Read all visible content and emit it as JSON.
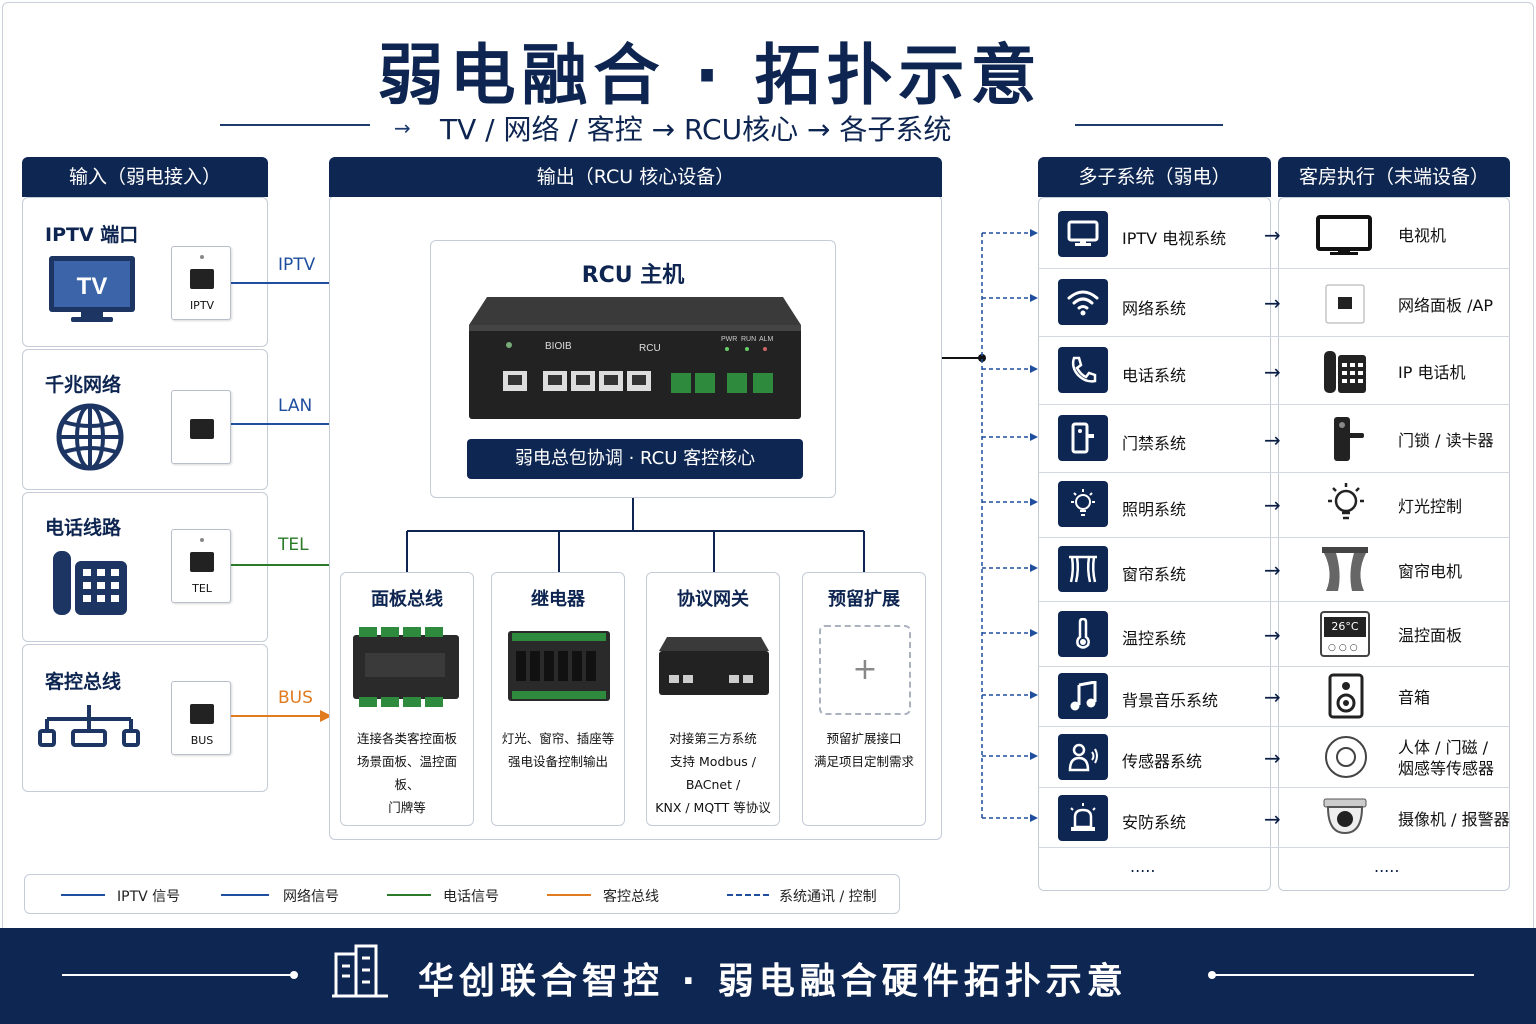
{
  "header": {
    "title": "弱电融合 · 拓扑示意",
    "subtitle": "TV / 网络 / 客控 → RCU核心 → 各子系统"
  },
  "input_panel": {
    "header": "输入（弱电接入）",
    "items": [
      {
        "title": "IPTV 端口",
        "port_label": "IPTV",
        "line_label": "IPTV",
        "tv_text": "TV"
      },
      {
        "title": "千兆网络",
        "port_label": "",
        "line_label": "LAN"
      },
      {
        "title": "电话线路",
        "port_label": "TEL",
        "line_label": "TEL"
      },
      {
        "title": "客控总线",
        "port_label": "BUS",
        "line_label": "BUS"
      }
    ]
  },
  "output_panel": {
    "header": "输出（RCU 核心设备）",
    "rcu_title": "RCU 主机",
    "rcu_device_label": "RCU",
    "rcu_logo": "BIOIB",
    "rcu_leds": [
      "PWR",
      "RUN",
      "ALM"
    ],
    "rcu_banner": "弱电总包协调 · RCU 客控核心",
    "modules": [
      {
        "title": "面板总线",
        "desc": [
          "连接各类客控面板",
          "场景面板、温控面板、",
          "门牌等"
        ]
      },
      {
        "title": "继电器",
        "desc": [
          "灯光、窗帘、插座等",
          "强电设备控制输出"
        ]
      },
      {
        "title": "协议网关",
        "desc": [
          "对接第三方系统",
          "支持 Modbus / BACnet /",
          "KNX / MQTT 等协议"
        ]
      },
      {
        "title": "预留扩展",
        "desc": [
          "预留扩展接口",
          "满足项目定制需求"
        ],
        "plus": "+"
      }
    ]
  },
  "subsystems": {
    "header": "多子系统（弱电）",
    "items": [
      {
        "name": "IPTV 电视系统",
        "icon": "monitor-icon"
      },
      {
        "name": "网络系统",
        "icon": "wifi-icon"
      },
      {
        "name": "电话系统",
        "icon": "phone-icon"
      },
      {
        "name": "门禁系统",
        "icon": "door-access-icon"
      },
      {
        "name": "照明系统",
        "icon": "bulb-icon"
      },
      {
        "name": "窗帘系统",
        "icon": "curtain-icon"
      },
      {
        "name": "温控系统",
        "icon": "thermometer-icon"
      },
      {
        "name": "背景音乐系统",
        "icon": "music-icon"
      },
      {
        "name": "传感器系统",
        "icon": "sensor-icon"
      },
      {
        "name": "安防系统",
        "icon": "alarm-icon"
      }
    ],
    "more": "....."
  },
  "devices": {
    "header": "客房执行（末端设备）",
    "items": [
      {
        "name": "电视机",
        "icon": "tv-icon"
      },
      {
        "name": "网络面板 /AP",
        "icon": "network-panel-icon"
      },
      {
        "name": "IP 电话机",
        "icon": "ip-phone-icon"
      },
      {
        "name": "门锁 / 读卡器",
        "icon": "door-lock-icon"
      },
      {
        "name": "灯光控制",
        "icon": "light-icon"
      },
      {
        "name": "窗帘电机",
        "icon": "curtain-motor-icon"
      },
      {
        "name": "温控面板",
        "icon": "thermostat-icon",
        "display": "26°C"
      },
      {
        "name": "音箱",
        "icon": "speaker-icon"
      },
      {
        "name": "人体 / 门磁 /\n烟感等传感器",
        "icon": "smoke-sensor-icon"
      },
      {
        "name": "摄像机 / 报警器",
        "icon": "camera-icon"
      }
    ],
    "more": "....."
  },
  "legend": [
    {
      "label": "IPTV 信号",
      "color": "#1f4e9e",
      "style": "solid"
    },
    {
      "label": "网络信号",
      "color": "#1f4e9e",
      "style": "solid"
    },
    {
      "label": "电话信号",
      "color": "#2a7a2a",
      "style": "solid"
    },
    {
      "label": "客控总线",
      "color": "#e07b20",
      "style": "solid"
    },
    {
      "label": "系统通讯 / 控制",
      "color": "#1f4e9e",
      "style": "dashed"
    }
  ],
  "footer": {
    "text": "华创联合智控 · 弱电融合硬件拓扑示意",
    "icon": "building-icon"
  }
}
